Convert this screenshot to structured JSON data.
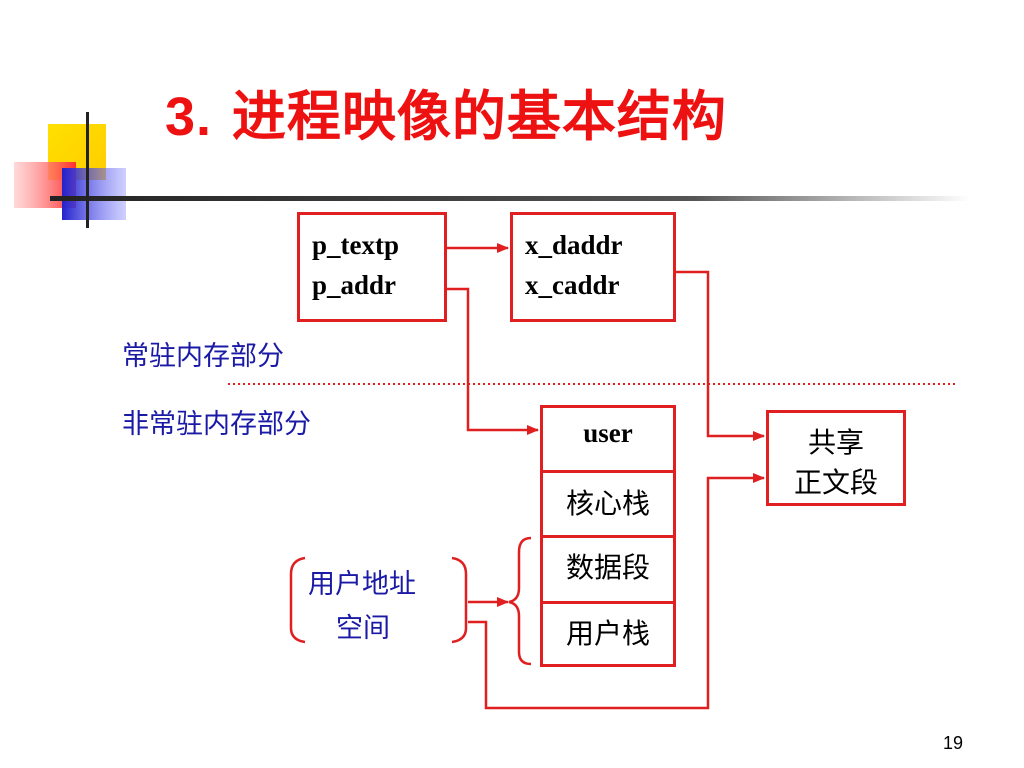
{
  "title": {
    "number": "3.",
    "text": " 进程映像的基本结构"
  },
  "proc_box": {
    "line1": "p_textp",
    "line2": "p_addr"
  },
  "text_box": {
    "line1": "x_daddr",
    "line2": "x_caddr"
  },
  "regions": {
    "resident": "常驻内存部分",
    "nonresident": "非常驻内存部分"
  },
  "image_stack": [
    "user",
    "核心栈",
    "数据段",
    "用户栈"
  ],
  "shared_text": {
    "line1": "共享",
    "line2": "正文段"
  },
  "user_space": {
    "line1": "用户地址",
    "line2": "空间"
  },
  "page_number": "19",
  "colors": {
    "title": "#ee1111",
    "border": "#e02020",
    "arrow": "#e02020",
    "label": "#1a1aa6",
    "dotted": "#e02020"
  }
}
